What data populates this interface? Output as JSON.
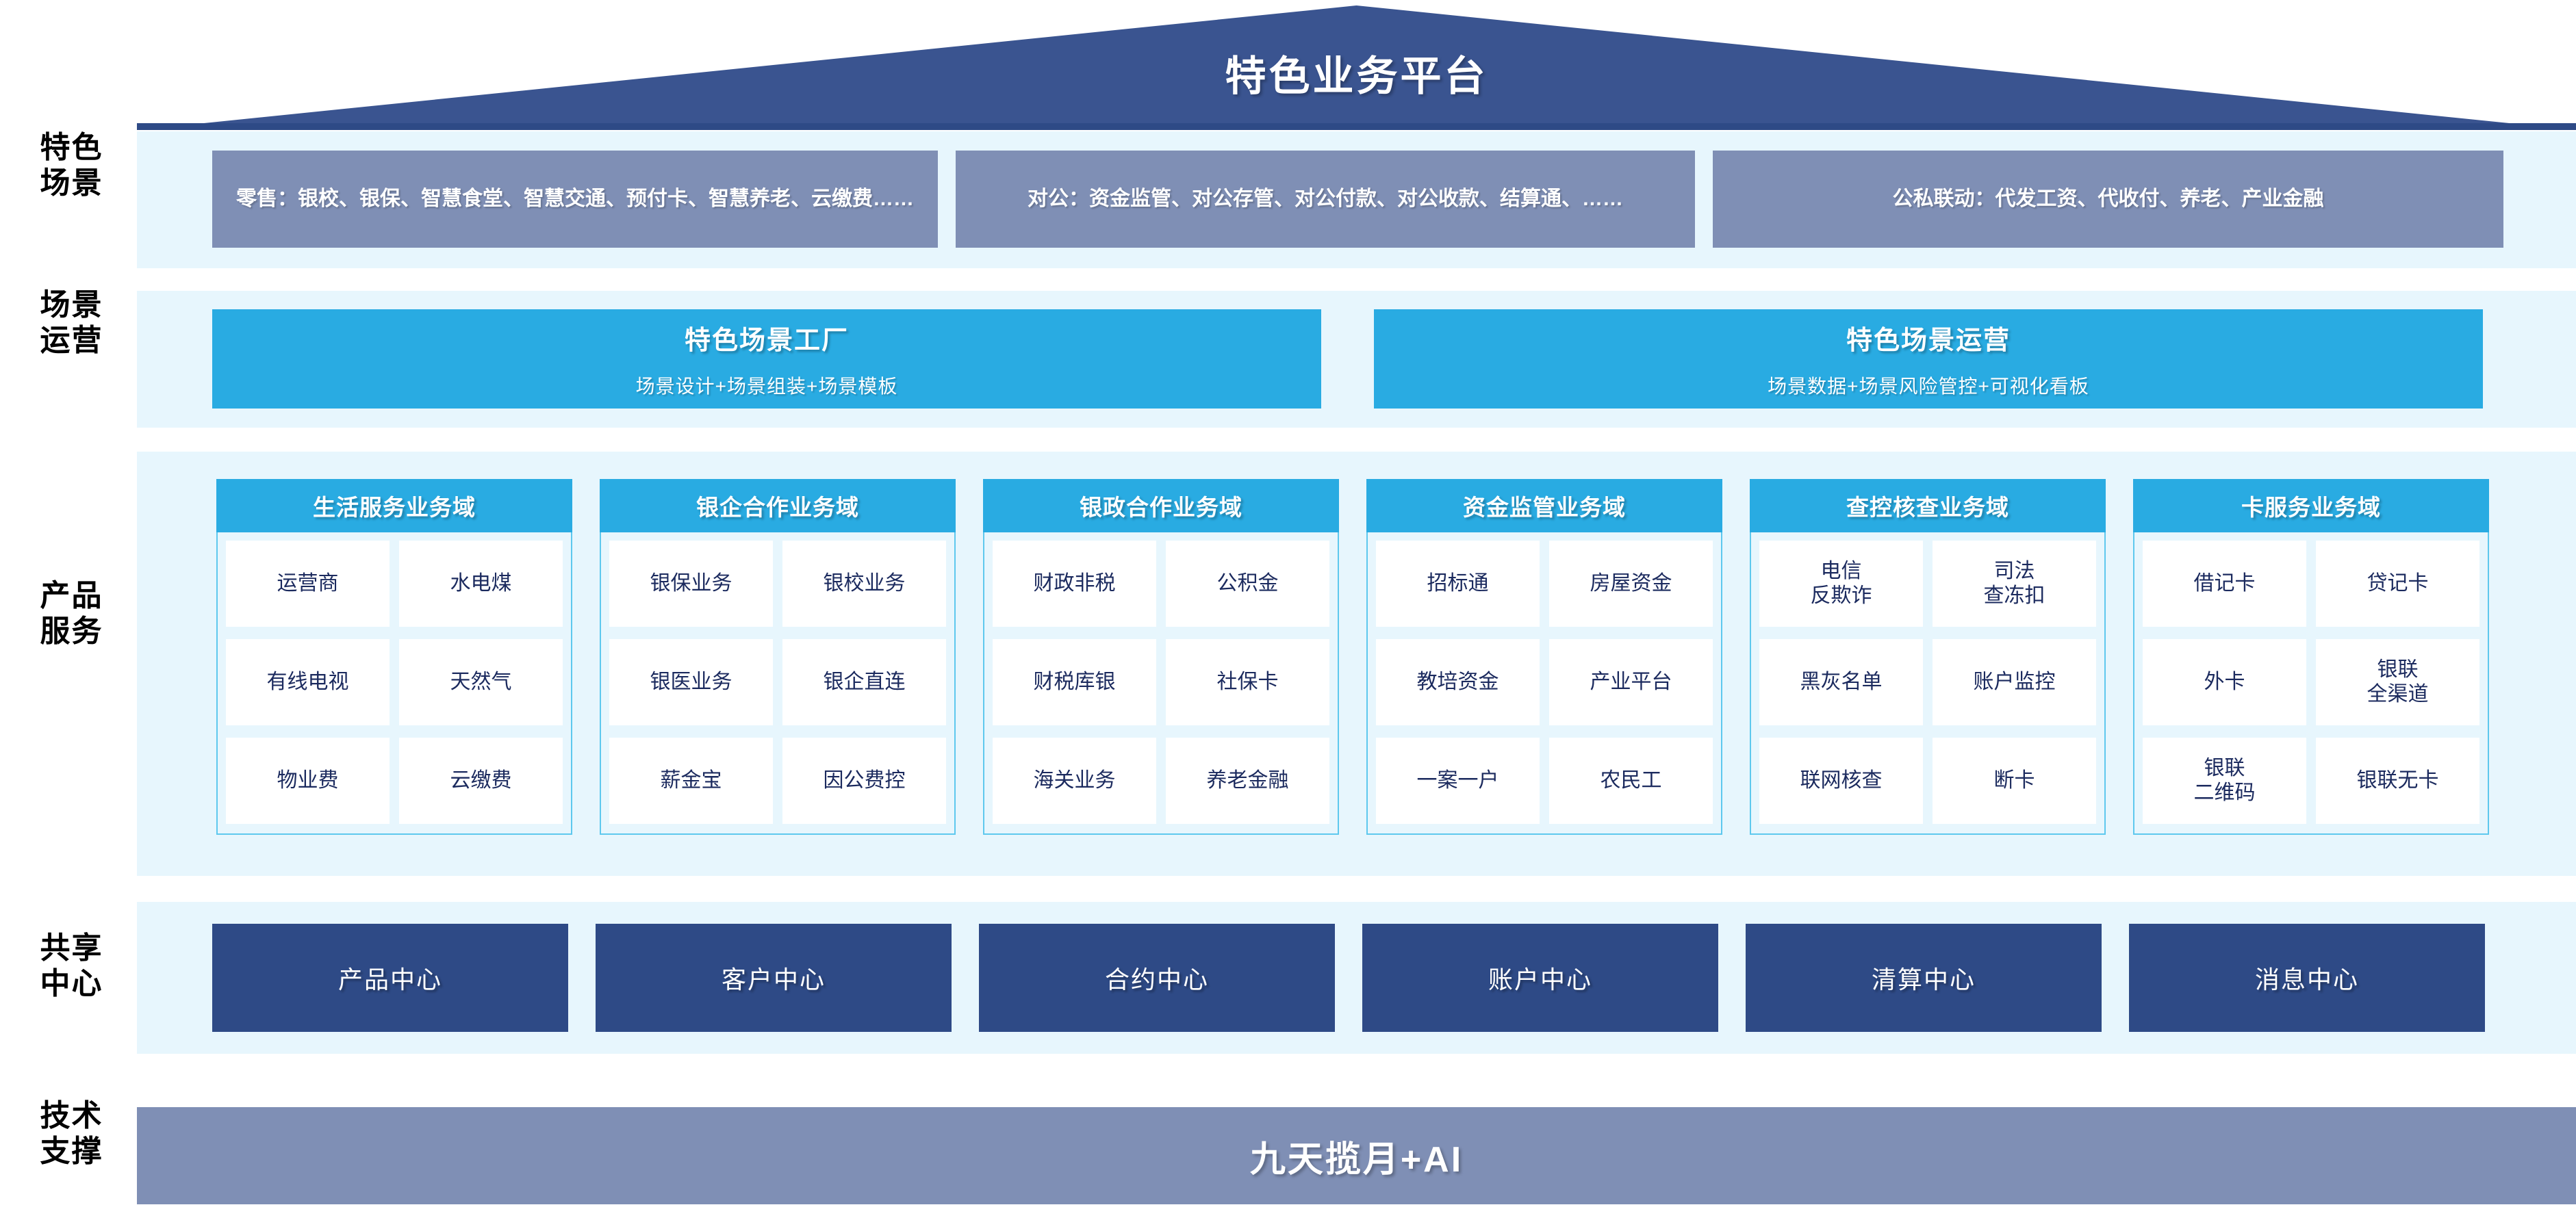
{
  "title": "特色业务平台",
  "colors": {
    "dark_navy": "#2e4a86",
    "cyan": "#29abe2",
    "slate": "#7f8fb5",
    "pale_blue": "#e7f6fd"
  },
  "row_labels": [
    {
      "line1": "特色",
      "line2": "场景"
    },
    {
      "line1": "场景",
      "line2": "运营"
    },
    {
      "line1": "产品",
      "line2": "服务"
    },
    {
      "line1": "共享",
      "line2": "中心"
    },
    {
      "line1": "技术",
      "line2": "支撑"
    }
  ],
  "scenarios": [
    {
      "text": "零售：银校、银保、智慧食堂、智慧交通、预付卡、智慧养老、云缴费……"
    },
    {
      "text": "对公：资金监管、对公存管、对公付款、对公收款、结算通、……"
    },
    {
      "text": "公私联动：代发工资、代收付、养老、产业金融"
    }
  ],
  "operations": [
    {
      "title": "特色场景工厂",
      "subtitle": "场景设计+场景组装+场景模板"
    },
    {
      "title": "特色场景运营",
      "subtitle": "场景数据+场景风险管控+可视化看板"
    }
  ],
  "domains": [
    {
      "title": "生活服务业务域",
      "items": [
        "运营商",
        "水电煤",
        "有线电视",
        "天然气",
        "物业费",
        "云缴费"
      ]
    },
    {
      "title": "银企合作业务域",
      "items": [
        "银保业务",
        "银校业务",
        "银医业务",
        "银企直连",
        "薪金宝",
        "因公费控"
      ]
    },
    {
      "title": "银政合作业务域",
      "items": [
        "财政非税",
        "公积金",
        "财税库银",
        "社保卡",
        "海关业务",
        "养老金融"
      ]
    },
    {
      "title": "资金监管业务域",
      "items": [
        "招标通",
        "房屋资金",
        "教培资金",
        "产业平台",
        "一案一户",
        "农民工"
      ]
    },
    {
      "title": "查控核查业务域",
      "items": [
        "电信\n反欺诈",
        "司法\n查冻扣",
        "黑灰名单",
        "账户监控",
        "联网核查",
        "断卡"
      ]
    },
    {
      "title": "卡服务业务域",
      "items": [
        "借记卡",
        "贷记卡",
        "外卡",
        "银联\n全渠道",
        "银联\n二维码",
        "银联无卡"
      ]
    }
  ],
  "shared_centers": [
    "产品中心",
    "客户中心",
    "合约中心",
    "账户中心",
    "清算中心",
    "消息中心"
  ],
  "tech_support": "九天揽月+AI"
}
